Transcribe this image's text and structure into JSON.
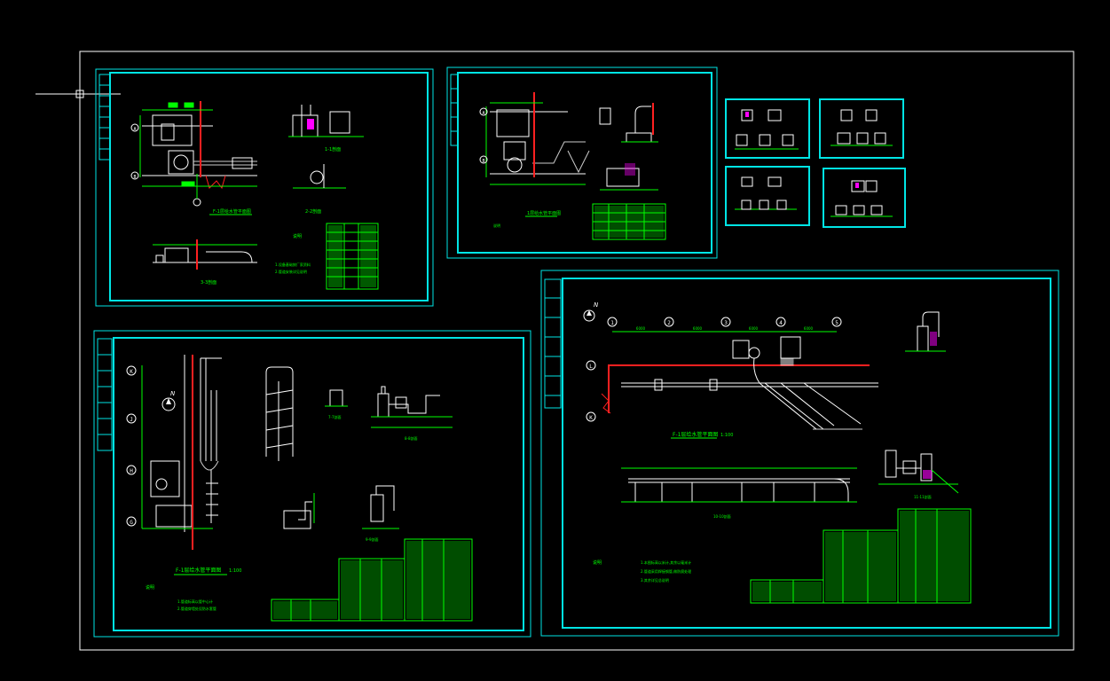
{
  "colors": {
    "background": "#000000",
    "frame": "#ffffff",
    "sheet_border": "#00e5e5",
    "drawing": "#ffffff",
    "dimension": "#00ff00",
    "table": "#00ff00",
    "pipe_red": "#ff2020",
    "magenta": "#ff00ff",
    "yellow": "#ffff00"
  },
  "sheets": {
    "sheet_top_left": {
      "titles": [
        "F-1层给水管平面图",
        "1-1剖面",
        "2-2剖面",
        "3-3剖面",
        "4-4剖面"
      ],
      "axis_labels": [
        "A",
        "B"
      ],
      "notes": [
        "说明",
        "1.设备基础按厂家资料",
        "2.管道安装详见说明"
      ]
    },
    "sheet_top_center": {
      "titles": [
        "1层给水管平面图",
        "5-5剖面",
        "6-6剖面"
      ],
      "axis_labels": [
        "A",
        "B"
      ],
      "notes": [
        "说明"
      ]
    },
    "sheet_bottom_left": {
      "titles": [
        "F-1层给水管平面图",
        "7-7剖面",
        "8-8剖面",
        "9-9剖面"
      ],
      "axis_labels": [
        "K",
        "J",
        "H",
        "G"
      ],
      "scale": "1:100",
      "notes": [
        "说明",
        "1.管道标高以管中心计",
        "2.管道穿墙处设防水套管"
      ]
    },
    "sheet_bottom_right": {
      "titles": [
        "F-1层给水管平面图",
        "10-10剖面",
        "11-11剖面"
      ],
      "axis_labels": [
        "1",
        "2",
        "3",
        "4",
        "5",
        "L",
        "K"
      ],
      "dimensions": [
        "6000",
        "6000",
        "6000",
        "6000"
      ],
      "scale": "1:100",
      "notes": [
        "说明",
        "1.本图标高以米计,其余以毫米计",
        "2.管道采用焊接钢管,做防腐处理",
        "3.其余详见总说明"
      ]
    }
  },
  "north_marker": "N"
}
